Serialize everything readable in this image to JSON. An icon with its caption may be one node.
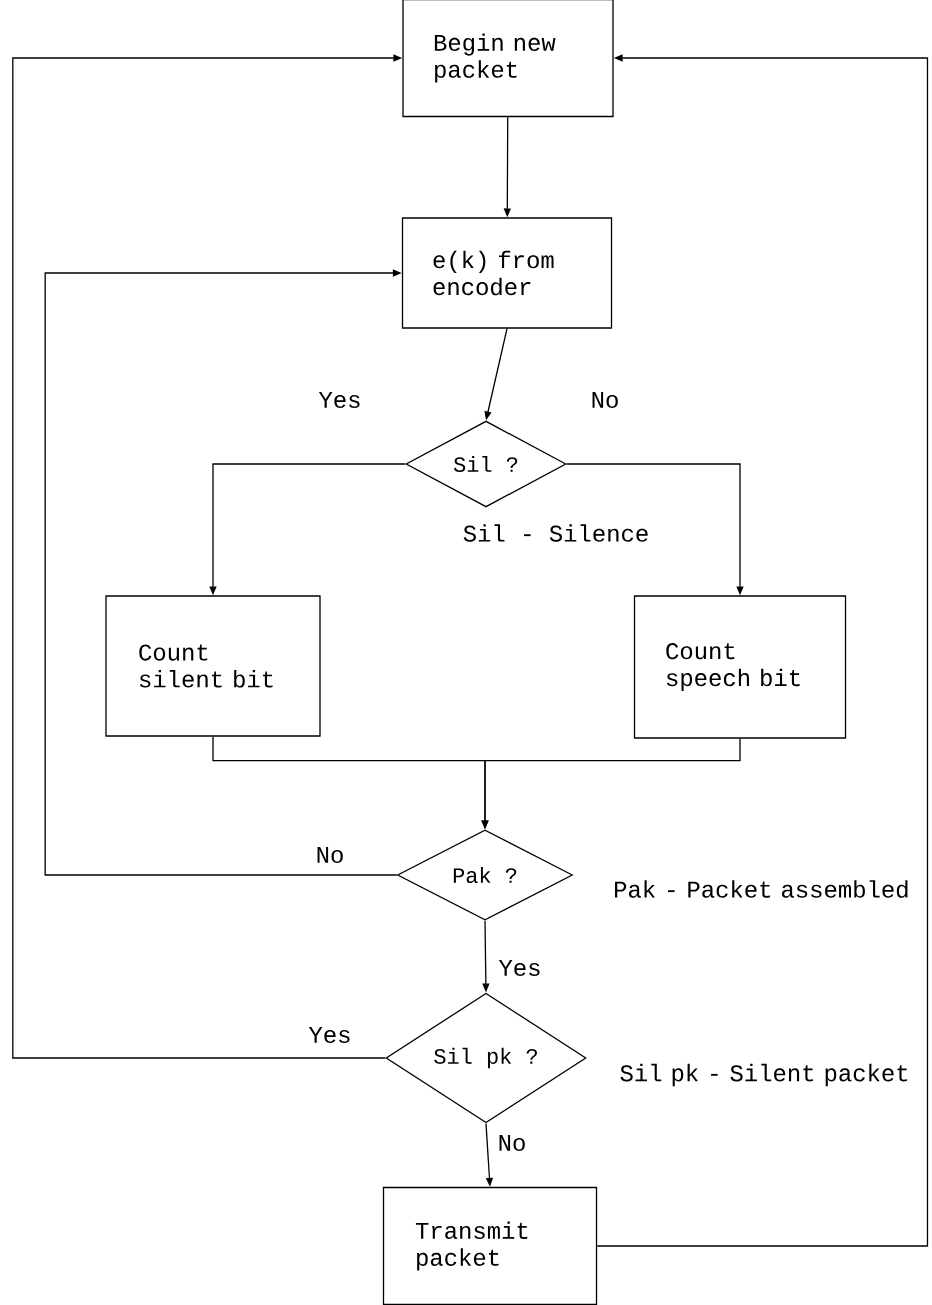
{
  "diagram": {
    "nodes": [
      {
        "text": [
          "Begin new packet"
        ]
      },
      {
        "text": [
          "e(k) from encoder"
        ]
      },
      {
        "text": [
          "Sil ?"
        ]
      },
      {
        "text": [
          "Count silent bit"
        ]
      },
      {
        "text": [
          "Count speech bit"
        ]
      },
      {
        "text": [
          "Pak ?"
        ]
      },
      {
        "text": [
          "Sil pk ?"
        ]
      },
      {
        "text": [
          "Transmit packet"
        ]
      }
    ],
    "edges": [
      {
        "from": 0,
        "to": 1,
        "arrow": "to"
      },
      {
        "from": 1,
        "to": 2,
        "arrow": "to"
      },
      {
        "from": 2,
        "to": 3,
        "arrow": "to",
        "label": "Yes"
      },
      {
        "from": 2,
        "to": 4,
        "arrow": "to",
        "label": "No"
      },
      {
        "from": 3,
        "to": 5,
        "arrow": "to"
      },
      {
        "from": 4,
        "to": 5,
        "arrow": "to"
      },
      {
        "from": 5,
        "to": 1,
        "arrow": "to",
        "label": "No"
      },
      {
        "from": 5,
        "to": 6,
        "arrow": "to",
        "label": "Yes"
      },
      {
        "from": 6,
        "to": 0,
        "arrow": "to",
        "label": "Yes"
      },
      {
        "from": 6,
        "to": 7,
        "arrow": "to",
        "label": "No"
      },
      {
        "from": 7,
        "to": 0,
        "arrow": "to"
      }
    ],
    "labels": [
      "Sil - Silence",
      "Pak - Packet assembled",
      "Sil pk - Silent packet"
    ]
  }
}
